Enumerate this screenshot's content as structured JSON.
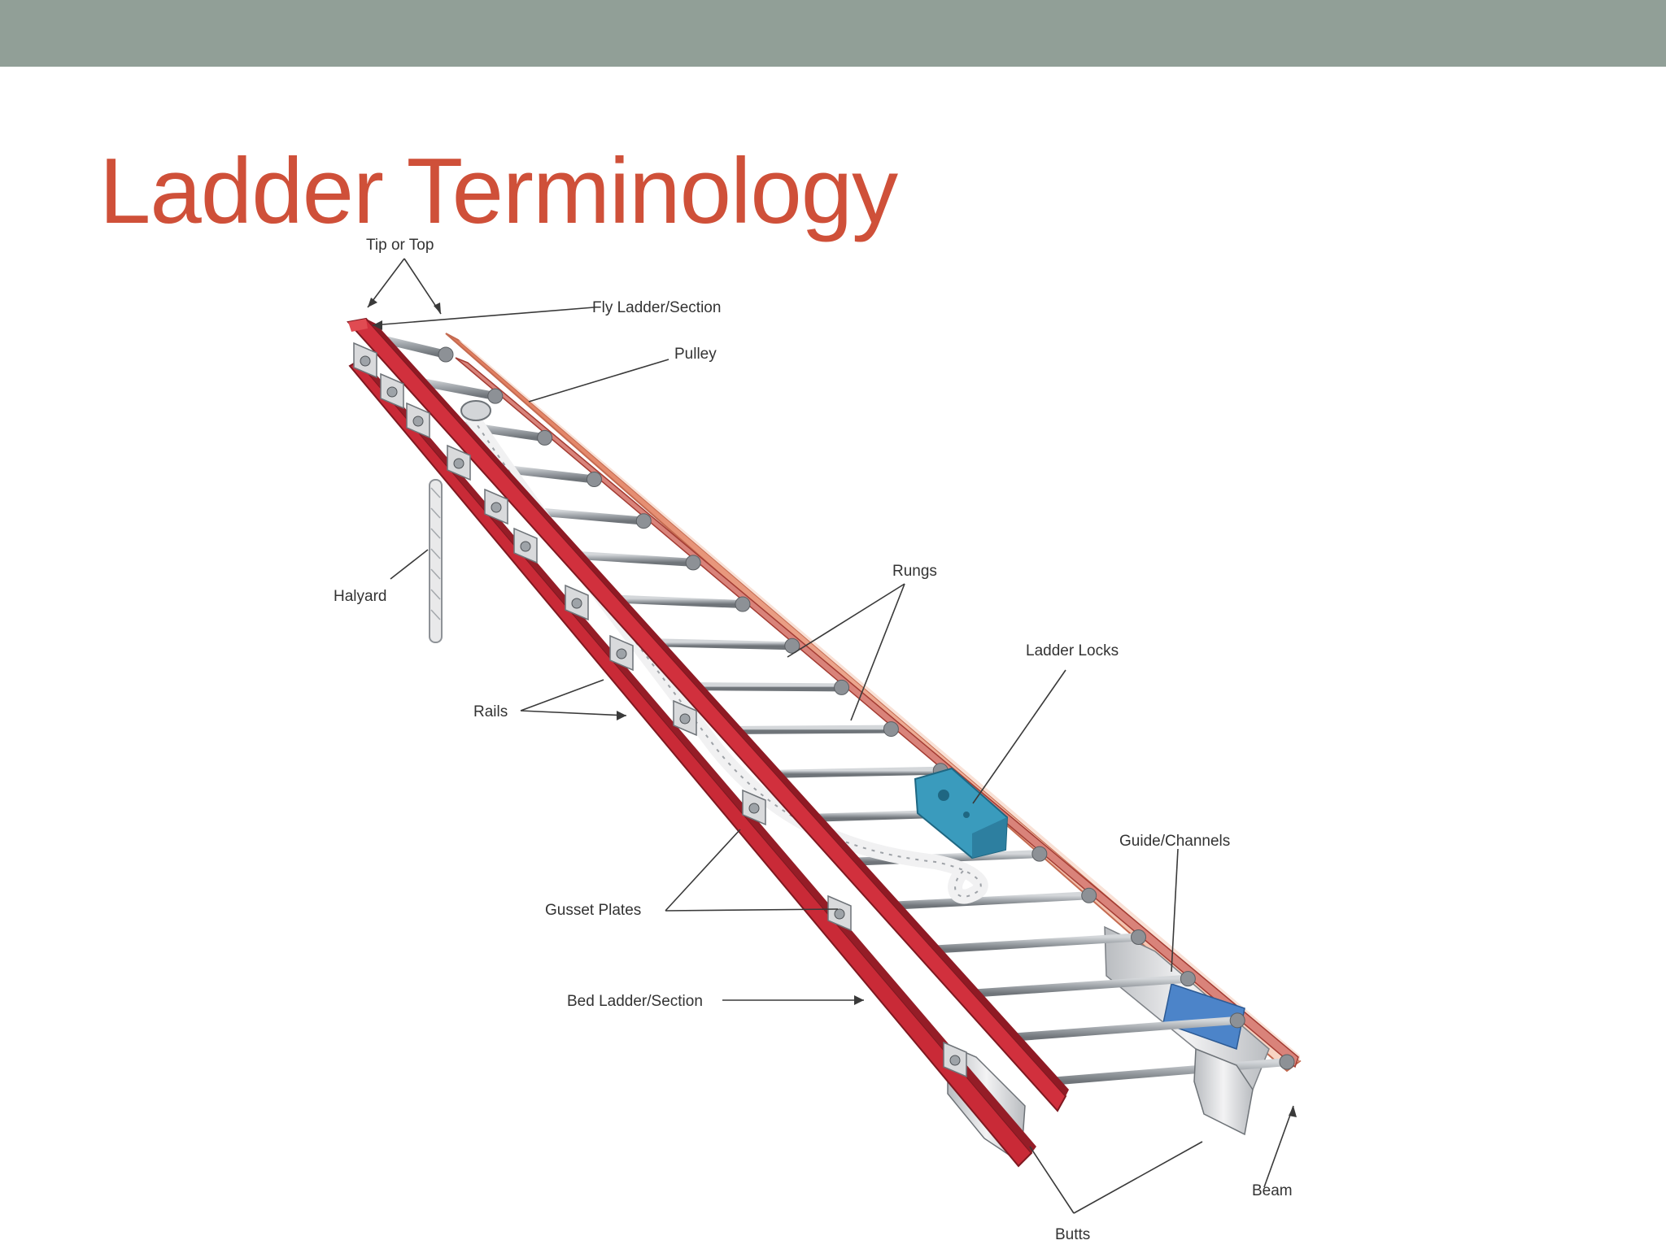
{
  "slide": {
    "title": "Ladder Terminology",
    "colors": {
      "top_bar": "#919f97",
      "title": "#cf5039",
      "bed_rail": "#c92a37",
      "bed_rail_dark": "#951d27",
      "fly_rail": "#e7927a",
      "fly_rail_light": "#f4c5b1",
      "rung": "#9ea3a8",
      "lock": "#3a9bbd",
      "gusset": "#d9dadc"
    }
  },
  "diagram": {
    "labels": {
      "tip": "Tip or Top",
      "fly": "Fly Ladder/Section",
      "pulley": "Pulley",
      "halyard": "Halyard",
      "rungs": "Rungs",
      "locks": "Ladder Locks",
      "rails": "Rails",
      "guide": "Guide/Channels",
      "gusset": "Gusset Plates",
      "bed": "Bed Ladder/Section",
      "beam": "Beam",
      "butts": "Butts"
    }
  }
}
